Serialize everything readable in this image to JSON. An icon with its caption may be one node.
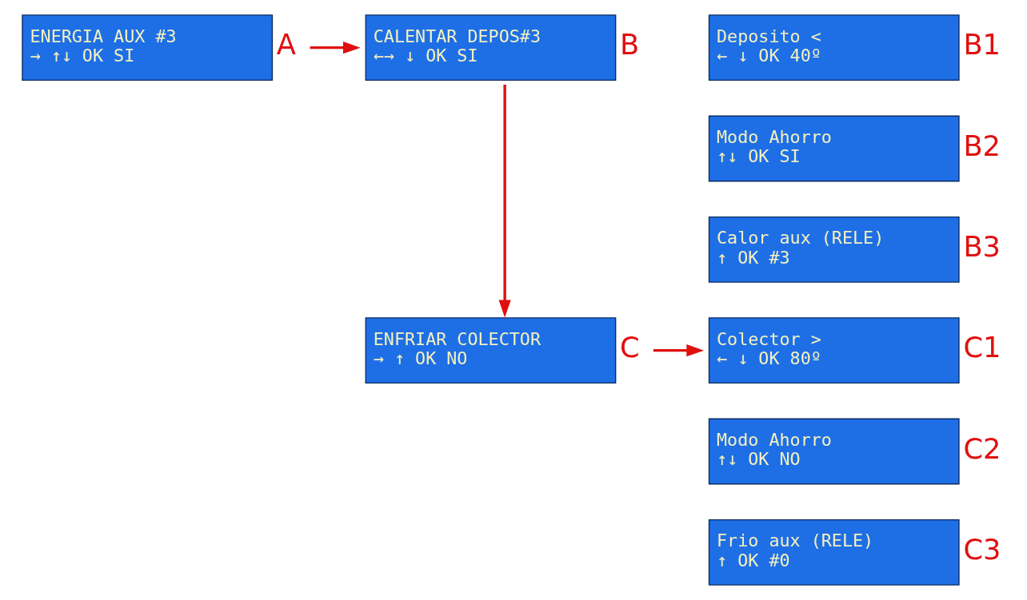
{
  "diagram": {
    "nodes": [
      {
        "text": [
          "ENERGIA AUX #3",
          "→ ↑↓ OK SI"
        ],
        "beside": [
          "A"
        ]
      },
      {
        "text": [
          "CALENTAR DEPOS#3",
          "←→ ↓ OK SI"
        ],
        "beside": [
          "B"
        ]
      },
      {
        "text": [
          "Deposito <",
          "← ↓ OK 40º"
        ],
        "beside": [
          "B1"
        ]
      },
      {
        "text": [
          "Modo Ahorro",
          "↑↓ OK SI"
        ],
        "beside": [
          "B2"
        ]
      },
      {
        "text": [
          "Calor aux (RELE)",
          "↑ OK #3"
        ],
        "beside": [
          "B3"
        ]
      },
      {
        "text": [
          "ENFRIAR COLECTOR",
          "→ ↑ OK NO"
        ],
        "beside": [
          "C"
        ]
      },
      {
        "text": [
          "Colector >",
          "← ↓ OK 80º"
        ],
        "beside": [
          "C1"
        ]
      },
      {
        "text": [
          "Modo Ahorro",
          "↑↓ OK NO"
        ],
        "beside": [
          "C2"
        ]
      },
      {
        "text": [
          "Frio aux (RELE)",
          "↑ OK #0"
        ],
        "beside": [
          "C3"
        ]
      }
    ],
    "edges": [
      {
        "from": 0,
        "to": 1,
        "arrow": "to"
      },
      {
        "from": 1,
        "to": 5,
        "arrow": "to"
      },
      {
        "from": 5,
        "to": 6,
        "arrow": "to"
      }
    ]
  }
}
